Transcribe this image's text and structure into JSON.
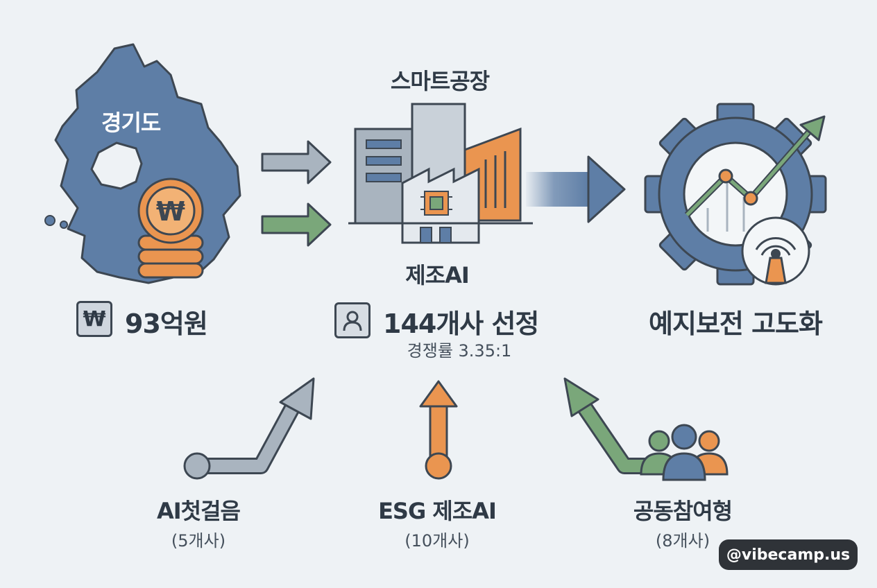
{
  "region": {
    "name": "경기도",
    "budget": "93억원",
    "won_symbol": "₩"
  },
  "center": {
    "top_label": "스마트공장",
    "bottom_label": "제조AI",
    "selected": "144개사 선정",
    "competition": "경쟁률 3.35:1"
  },
  "result": {
    "label": "예지보전 고도화"
  },
  "programs": [
    {
      "name": "AI첫걸음",
      "count": "(5개사)"
    },
    {
      "name": "ESG 제조AI",
      "count": "(10개사)"
    },
    {
      "name": "공동참여형",
      "count": "(8개사)"
    }
  ],
  "watermark": "@vibecamp.us",
  "colors": {
    "slate": "#5e7ea6",
    "gray": "#a9b4bf",
    "orange": "#ea9550",
    "green": "#7aa77a",
    "outline": "#3d4752"
  },
  "icons": [
    "won-icon",
    "user-icon",
    "chip-icon",
    "gear-icon",
    "trend-arrow-icon",
    "sensor-icon",
    "people-icon",
    "coin-stack-icon"
  ]
}
